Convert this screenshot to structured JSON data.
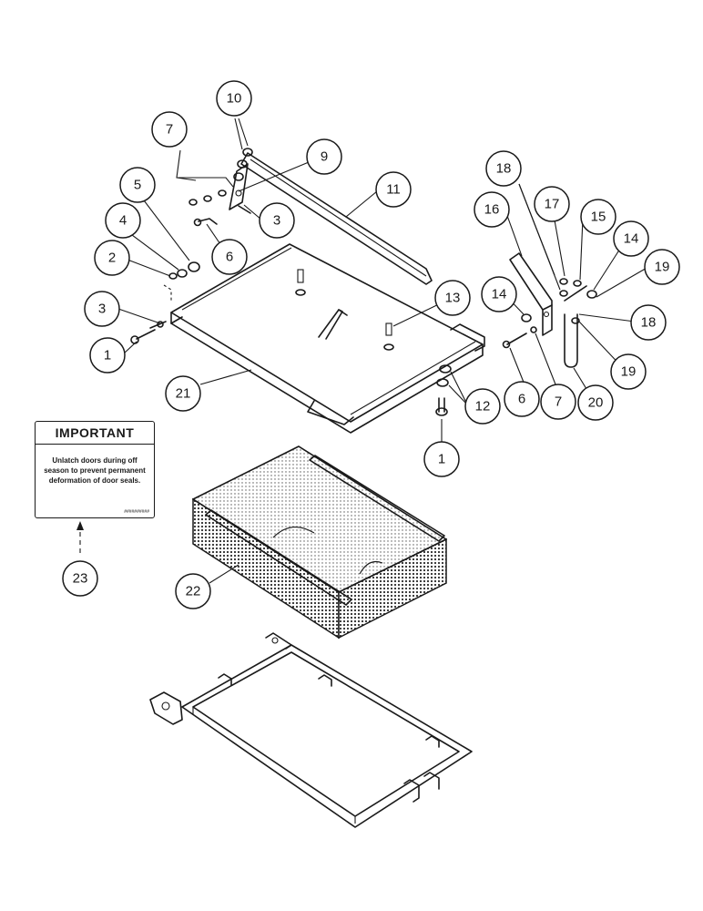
{
  "decal": {
    "title": "IMPORTANT",
    "body": "Unlatch doors during off season to prevent permanent deformation of door seals.",
    "code": "##########"
  },
  "callouts": [
    {
      "id": "c10",
      "label": "10"
    },
    {
      "id": "c7a",
      "label": "7"
    },
    {
      "id": "c9",
      "label": "9"
    },
    {
      "id": "c11",
      "label": "11"
    },
    {
      "id": "c5",
      "label": "5"
    },
    {
      "id": "c3a",
      "label": "3"
    },
    {
      "id": "c4",
      "label": "4"
    },
    {
      "id": "c6a",
      "label": "6"
    },
    {
      "id": "c2",
      "label": "2"
    },
    {
      "id": "c3b",
      "label": "3"
    },
    {
      "id": "c1a",
      "label": "1"
    },
    {
      "id": "c13",
      "label": "13"
    },
    {
      "id": "c21",
      "label": "21"
    },
    {
      "id": "c12",
      "label": "12"
    },
    {
      "id": "c1b",
      "label": "1"
    },
    {
      "id": "c18a",
      "label": "18"
    },
    {
      "id": "c17",
      "label": "17"
    },
    {
      "id": "c16",
      "label": "16"
    },
    {
      "id": "c15",
      "label": "15"
    },
    {
      "id": "c14a",
      "label": "14"
    },
    {
      "id": "c19a",
      "label": "19"
    },
    {
      "id": "c14b",
      "label": "14"
    },
    {
      "id": "c18b",
      "label": "18"
    },
    {
      "id": "c19b",
      "label": "19"
    },
    {
      "id": "c6b",
      "label": "6"
    },
    {
      "id": "c7b",
      "label": "7"
    },
    {
      "id": "c20",
      "label": "20"
    },
    {
      "id": "c23",
      "label": "23"
    },
    {
      "id": "c22",
      "label": "22"
    }
  ]
}
